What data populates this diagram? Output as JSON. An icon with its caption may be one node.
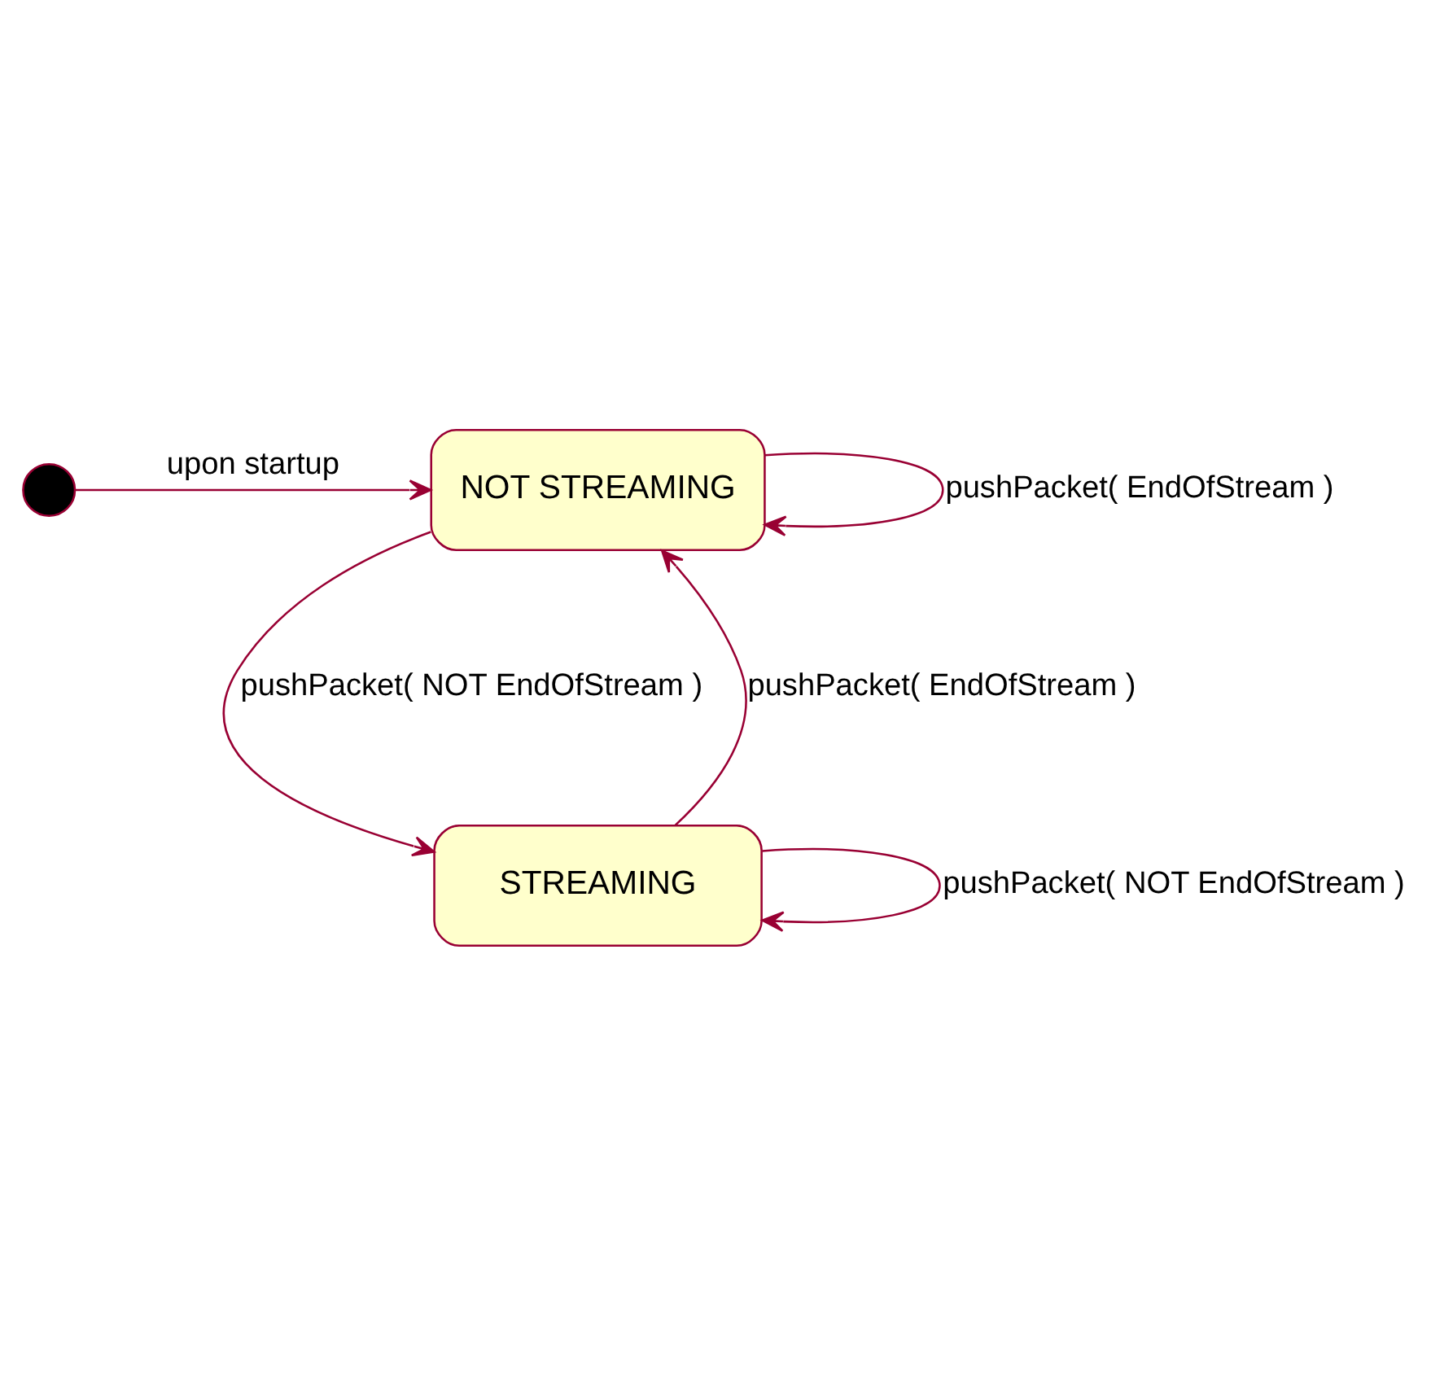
{
  "diagram": {
    "nodes": [
      {
        "text": [],
        "shape": "circle"
      },
      {
        "text": [
          "NOT STREAMING"
        ]
      },
      {
        "text": [
          "STREAMING"
        ]
      }
    ],
    "edges": [
      {
        "from": 0,
        "to": 1,
        "arrow": "to",
        "label": "upon startup"
      },
      {
        "from": 1,
        "to": 1,
        "arrow": "to",
        "label": "pushPacket( EndOfStream )"
      },
      {
        "from": 1,
        "to": 2,
        "arrow": "to",
        "label": "pushPacket( NOT EndOfStream )"
      },
      {
        "from": 2,
        "to": 1,
        "arrow": "to",
        "label": "pushPacket( EndOfStream )"
      },
      {
        "from": 2,
        "to": 2,
        "arrow": "to",
        "label": "pushPacket( NOT EndOfStream )"
      }
    ]
  }
}
